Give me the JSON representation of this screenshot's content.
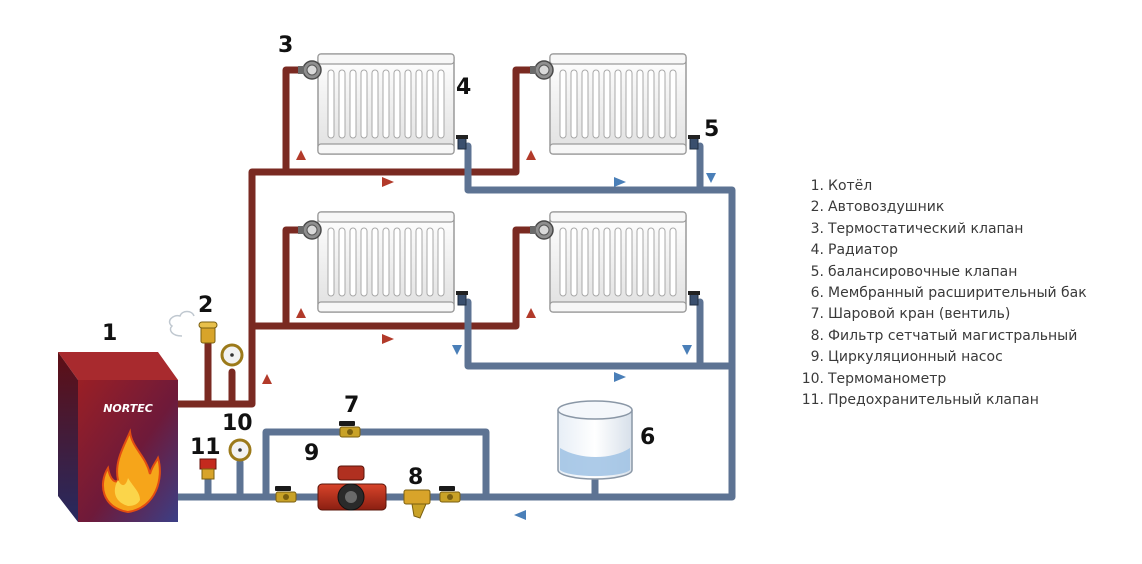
{
  "labels": {
    "boiler": "1",
    "air_vent": "2",
    "thermostatic_valve": "3",
    "radiator": "4",
    "balancing_valve": "5",
    "expansion_tank": "6",
    "ball_valve": "7",
    "filter": "8",
    "pump": "9",
    "thermomanometer": "10",
    "safety_valve": "11"
  },
  "boiler_brand": "NORTEC",
  "legend": [
    {
      "num": "1.",
      "text": "Котёл"
    },
    {
      "num": "2.",
      "text": "Автовоздушник"
    },
    {
      "num": "3.",
      "text": "Термостатический клапан"
    },
    {
      "num": "4.",
      "text": "Радиатор"
    },
    {
      "num": "5.",
      "text": "балансировочные клапан"
    },
    {
      "num": "6.",
      "text": "Мембранный расширительный бак"
    },
    {
      "num": "7.",
      "text": "Шаровой кран (вентиль)"
    },
    {
      "num": "8.",
      "text": "Фильтр сетчатый магистральный"
    },
    {
      "num": "9.",
      "text": "Циркуляционный насос"
    },
    {
      "num": "10.",
      "text": "Термоманометр"
    },
    {
      "num": "11.",
      "text": "Предохранительный клапан"
    }
  ],
  "colors": {
    "supply_pipe": "#7a2a22",
    "return_pipe": "#5d7393",
    "boiler": "#8a1c22",
    "radiator": "#f1f1f1",
    "valve": "#c9a227"
  }
}
